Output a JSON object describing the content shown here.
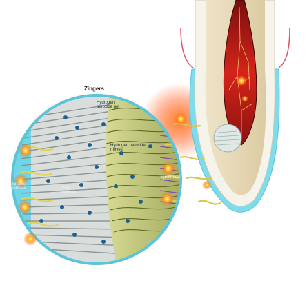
{
  "diagram": {
    "title": "Zingers",
    "labels": {
      "hydrogen_peroxide_gel": "Hydrogen peroxide gel",
      "hydrogen_peroxide_moves": "Hydrogen peroxide moves",
      "enamel_surface": "Enamel surface",
      "free_radicals": "Free radicals",
      "pigmentation": "Pigmentation"
    }
  },
  "colors": {
    "glow": "#ff5a1a",
    "gel": "#6fd6e6",
    "dentin": "#e9dcc0",
    "pulp": "#c0201a",
    "stain": "#c8cd7a"
  }
}
